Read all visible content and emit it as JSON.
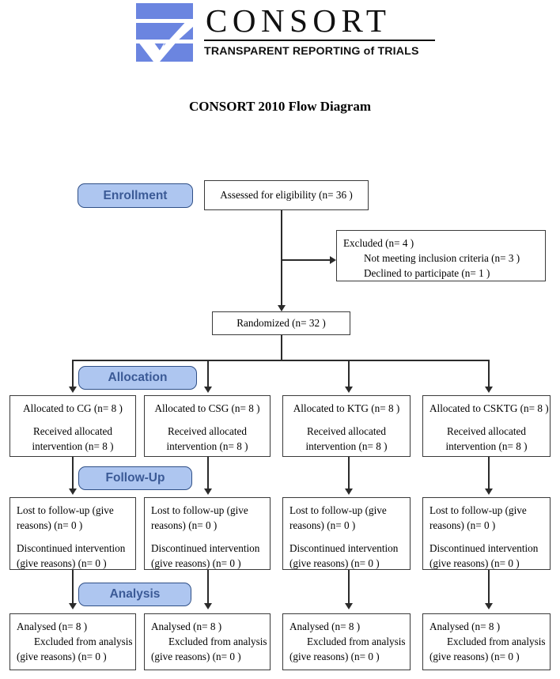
{
  "logo": {
    "wordmark": "CONSORT",
    "tagline": "TRANSPARENT REPORTING of TRIALS",
    "mark_color": "#6b85e0"
  },
  "title": "CONSORT 2010 Flow Diagram",
  "theme": {
    "stage_fill": "#aec6f0",
    "stage_border": "#2f4f86",
    "stage_text": "#3b5a96",
    "box_border": "#3a3a3a",
    "connector": "#2b2b2b"
  },
  "stages": {
    "enrollment": "Enrollment",
    "allocation": "Allocation",
    "followup": "Follow-Up",
    "analysis": "Analysis"
  },
  "enrollment": {
    "assessed": "Assessed for eligibility (n= 36 )",
    "excluded": {
      "line1": "Excluded  (n= 4 )",
      "line2": "Not meeting inclusion criteria (n= 3 )",
      "line3": "Declined to participate (n= 1 )"
    },
    "randomized": "Randomized (n= 32 )"
  },
  "allocation_boxes": [
    {
      "line1": "Allocated to CG (n= 8 )",
      "line2": "Received allocated",
      "line3": "intervention (n= 8 )"
    },
    {
      "line1": "Allocated to CSG (n= 8 )",
      "line2": "Received allocated",
      "line3": "intervention (n= 8 )"
    },
    {
      "line1": "Allocated to KTG (n= 8 )",
      "line2": "Received allocated",
      "line3": "intervention (n= 8 )"
    },
    {
      "line1": "Allocated to CSKTG (n= 8 )",
      "line2": "Received allocated",
      "line3": "intervention (n= 8 )"
    }
  ],
  "followup_boxes": [
    {
      "line1": "Lost to follow-up (give",
      "line2": "reasons) (n= 0 )",
      "line3": "Discontinued intervention",
      "line4": "(give reasons) (n= 0 )"
    },
    {
      "line1": "Lost to follow-up (give",
      "line2": "reasons) (n= 0 )",
      "line3": "Discontinued intervention",
      "line4": "(give reasons) (n= 0 )"
    },
    {
      "line1": "Lost to follow-up (give",
      "line2": "reasons) (n= 0 )",
      "line3": "Discontinued intervention",
      "line4": "(give reasons) (n= 0 )"
    },
    {
      "line1": "Lost to follow-up (give",
      "line2": "reasons) (n= 0 )",
      "line3": "Discontinued intervention",
      "line4": "(give reasons) (n= 0 )"
    }
  ],
  "analysis_boxes": [
    {
      "line1": "Analysed  (n= 8 )",
      "line2": "Excluded from analysis",
      "line3": "(give reasons) (n= 0 )"
    },
    {
      "line1": "Analysed  (n= 8 )",
      "line2": "Excluded from analysis",
      "line3": "(give reasons) (n= 0 )"
    },
    {
      "line1": "Analysed  (n= 8 )",
      "line2": "Excluded from analysis",
      "line3": "(give reasons) (n= 0 )"
    },
    {
      "line1": "Analysed  (n= 8 )",
      "line2": "Excluded from analysis",
      "line3": "(give reasons) (n= 0 )"
    }
  ]
}
